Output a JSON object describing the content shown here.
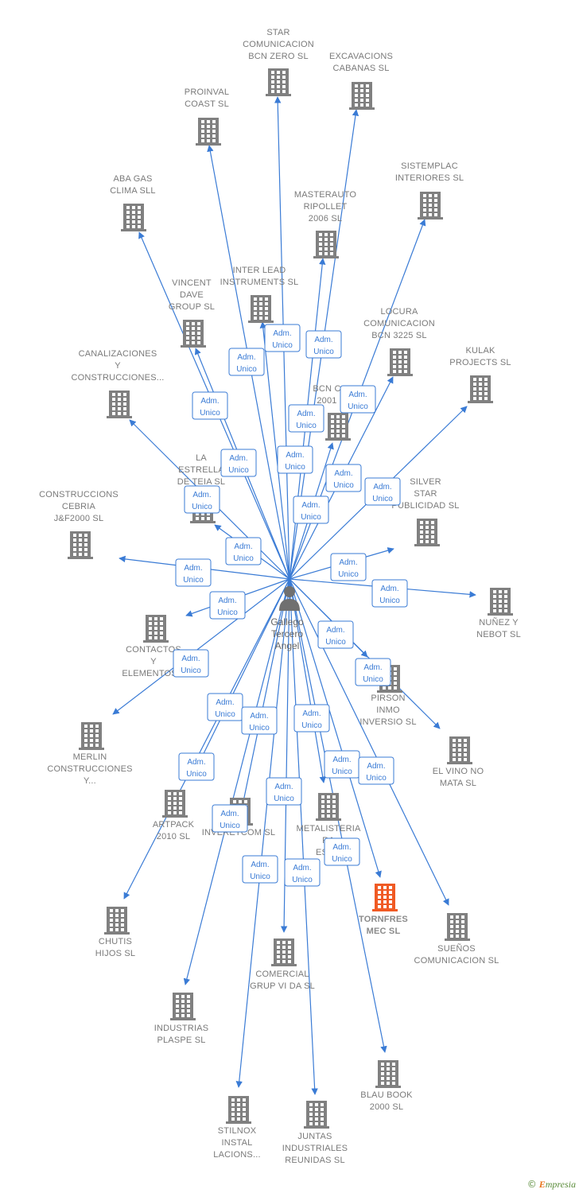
{
  "center": {
    "lines": [
      "Gallego",
      "Tercero",
      "Angel"
    ]
  },
  "edge_label": [
    "Adm.",
    "Unico"
  ],
  "colors": {
    "edge": "#3a7bd5",
    "building": "#808080",
    "highlight": "#f05a24"
  },
  "companies": [
    {
      "id": "star",
      "lines": [
        "STAR",
        "COMUNICACION",
        "BCN ZERO  SL"
      ]
    },
    {
      "id": "excavaciones",
      "lines": [
        "EXCAVACIONS",
        "CABANAS SL"
      ]
    },
    {
      "id": "proinval",
      "lines": [
        "PROINVAL",
        "COAST SL"
      ]
    },
    {
      "id": "abagas",
      "lines": [
        "ABA GAS",
        "CLIMA SLL"
      ]
    },
    {
      "id": "masterauto",
      "lines": [
        "MASTERAUTO",
        "RIPOLLET",
        "2006  SL"
      ]
    },
    {
      "id": "sistemplac",
      "lines": [
        "SISTEMPLAC",
        "INTERIORES SL"
      ]
    },
    {
      "id": "interlead",
      "lines": [
        "INTER LEAD",
        "INSTRUMENTS SL"
      ]
    },
    {
      "id": "vincent",
      "lines": [
        "VINCENT",
        "DAVE",
        "GROUP SL"
      ]
    },
    {
      "id": "locura",
      "lines": [
        "LOCURA",
        "COMUNICACION",
        "BCN 3225  SL"
      ]
    },
    {
      "id": "canalizaciones",
      "lines": [
        "CANALIZACIONES",
        "Y",
        "CONSTRUCCIONES..."
      ]
    },
    {
      "id": "kulak",
      "lines": [
        "KULAK",
        "PROJECTS  SL"
      ]
    },
    {
      "id": "bcnc",
      "lines": [
        "BCN C",
        "2001"
      ]
    },
    {
      "id": "laestrella",
      "lines": [
        "LA",
        "ESTRELLA",
        "DE TEIA SL"
      ]
    },
    {
      "id": "silver",
      "lines": [
        "SILVER",
        "STAR",
        "PUBLICIDAD SL"
      ]
    },
    {
      "id": "cebria",
      "lines": [
        "CONSTRUCCIONS",
        "CEBRIA",
        "J&F2000 SL"
      ]
    },
    {
      "id": "nunez",
      "lines": [
        "NUÑEZ Y",
        "NEBOT SL"
      ]
    },
    {
      "id": "contactos",
      "lines": [
        "CONTACTOS",
        "Y",
        "ELEMENTOS..."
      ]
    },
    {
      "id": "pirson",
      "lines": [
        "PIRSON",
        "INMO",
        "INVERSIO  SL"
      ]
    },
    {
      "id": "merlin",
      "lines": [
        "MERLIN",
        "CONSTRUCCIONES",
        "Y..."
      ]
    },
    {
      "id": "elvino",
      "lines": [
        "EL VINO NO",
        "MATA  SL"
      ]
    },
    {
      "id": "artpack",
      "lines": [
        "ARTPACK",
        "2010  SL"
      ]
    },
    {
      "id": "inveretcom",
      "lines": [
        "INVERETCOM SL"
      ]
    },
    {
      "id": "metalisteria",
      "lines": [
        "METALISTERIA",
        "RA",
        "ESCO"
      ]
    },
    {
      "id": "tornfres",
      "lines": [
        "TORNFRES",
        "MEC  SL"
      ]
    },
    {
      "id": "chutis",
      "lines": [
        "CHUTIS",
        "HIJOS SL"
      ]
    },
    {
      "id": "suenos",
      "lines": [
        "SUEÑOS",
        "COMUNICACION SL"
      ]
    },
    {
      "id": "comercial",
      "lines": [
        "COMERCIAL",
        "GRUP VI DA SL"
      ]
    },
    {
      "id": "plaspe",
      "lines": [
        "INDUSTRIAS",
        "PLASPE SL"
      ]
    },
    {
      "id": "blaubook",
      "lines": [
        "BLAU BOOK",
        "2000 SL"
      ]
    },
    {
      "id": "stilnox",
      "lines": [
        "STILNOX",
        "INSTAL",
        "LACIONS..."
      ]
    },
    {
      "id": "juntas",
      "lines": [
        "JUNTAS",
        "INDUSTRIALES",
        "REUNIDAS SL"
      ]
    }
  ],
  "highlighted": "tornfres",
  "brand": {
    "copyright": "©",
    "e": "E",
    "rest": "mpresia"
  }
}
